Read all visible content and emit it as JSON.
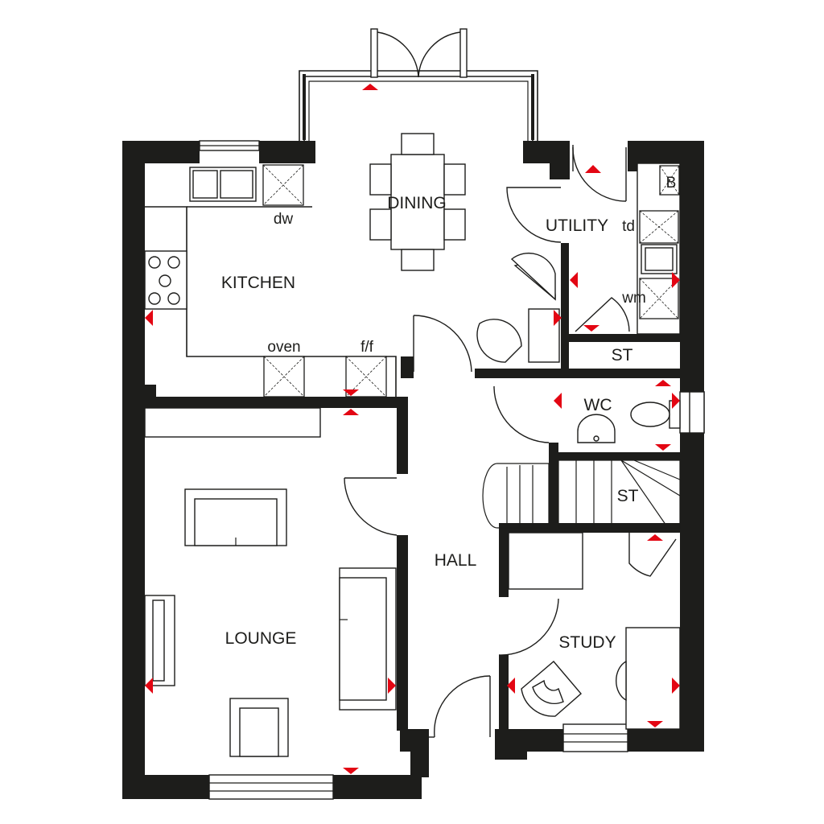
{
  "rooms": {
    "dining": "DINING",
    "kitchen": "KITCHEN",
    "utility": "UTILITY",
    "wc": "WC",
    "st_utility": "ST",
    "st_stairs": "ST",
    "hall": "HALL",
    "lounge": "LOUNGE",
    "study": "STUDY"
  },
  "appliances": {
    "dw": "dw",
    "oven": "oven",
    "ff": "f/f",
    "td": "td",
    "wm": "wm",
    "boiler": "B"
  },
  "colors": {
    "wall": "#1d1d1b",
    "arrow": "#e30613",
    "background": "#ffffff"
  }
}
